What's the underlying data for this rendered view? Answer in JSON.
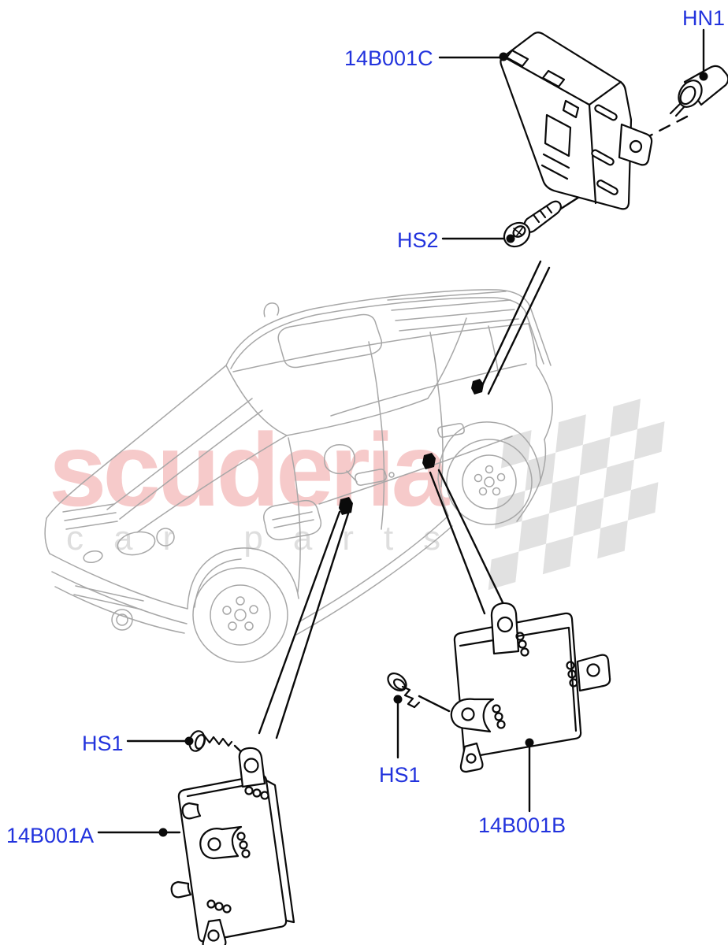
{
  "watermark": {
    "brand": "scuderia",
    "tagline": "car parts",
    "brand_color": "#f6caca",
    "tagline_color": "#dedede",
    "flag_color": "#dcdcdc"
  },
  "diagram": {
    "description": "Exploded parts diagram of vehicle door control modules",
    "line_color_vehicle": "#a7a7a7",
    "line_color_parts": "#0a0a0a",
    "label_color": "#2233dd",
    "labels": {
      "module_c": "14B001C",
      "nut_hn1": "HN1",
      "screw_hs2": "HS2",
      "screw_hs1_left": "HS1",
      "module_a": "14B001A",
      "screw_hs1_mid": "HS1",
      "module_b": "14B001B"
    }
  }
}
